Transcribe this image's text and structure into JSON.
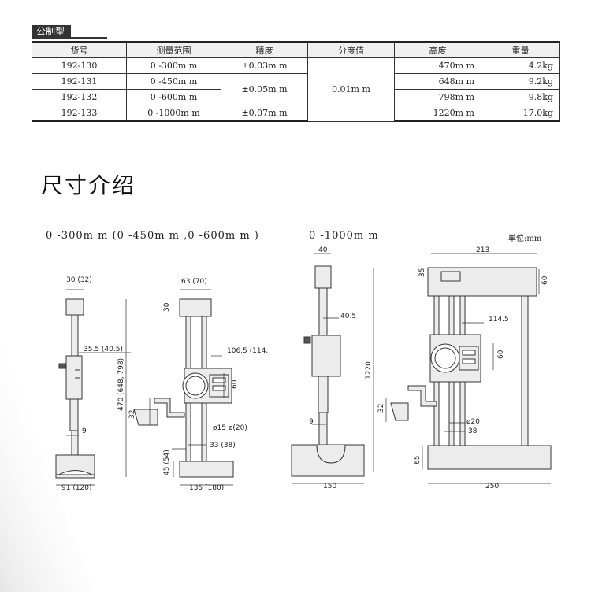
{
  "section_tag": "公制型",
  "table": {
    "headers": [
      "货号",
      "测量范围",
      "精度",
      "分度值",
      "高度",
      "重量"
    ],
    "rows": [
      {
        "item": "192-130",
        "range": "0 -300m m",
        "height": "470m m",
        "weight": "4.2kg"
      },
      {
        "item": "192-131",
        "range": "0 -450m m",
        "height": "648m m",
        "weight": "9.2kg"
      },
      {
        "item": "192-132",
        "range": "0 -600m m",
        "height": "798m m",
        "weight": "9.8kg"
      },
      {
        "item": "192-133",
        "range": "0 -1000m m",
        "height": "1220m m",
        "weight": "17.0kg"
      }
    ],
    "accuracy": [
      "±0.03m m",
      "±0.05m m",
      "±0.07m m"
    ],
    "resolution": "0.01m m"
  },
  "dimensions_title": "尺寸介绍",
  "left_caption": "0 -300m m  (0 -450m m ,0 -600m m )",
  "right_caption": "0 -1000m m",
  "unit_label": "单位:mm",
  "dims": {
    "d30": "30 (32)",
    "d63": "63 (70)",
    "d30v": "30",
    "d355": "35.5 (40.5)",
    "d1065": "106.5 (114.",
    "d60a": "60",
    "d470": "470 (648, 798)",
    "d32a": "32",
    "d9a": "9",
    "d15": "ø15 ø(20)",
    "d33": "33 (38)",
    "d45": "45 (54)",
    "d91": "91 (120)",
    "d135": "135 (180)",
    "d40": "40",
    "d405": "40.5",
    "d213": "213",
    "d35": "35",
    "d60b": "60",
    "d1145": "114.5",
    "d60c": "60",
    "d1220": "1220",
    "d32b": "32",
    "d9b": "9",
    "d20": "ø20",
    "d38": "38",
    "d65": "65",
    "d150": "150",
    "d250": "250"
  }
}
